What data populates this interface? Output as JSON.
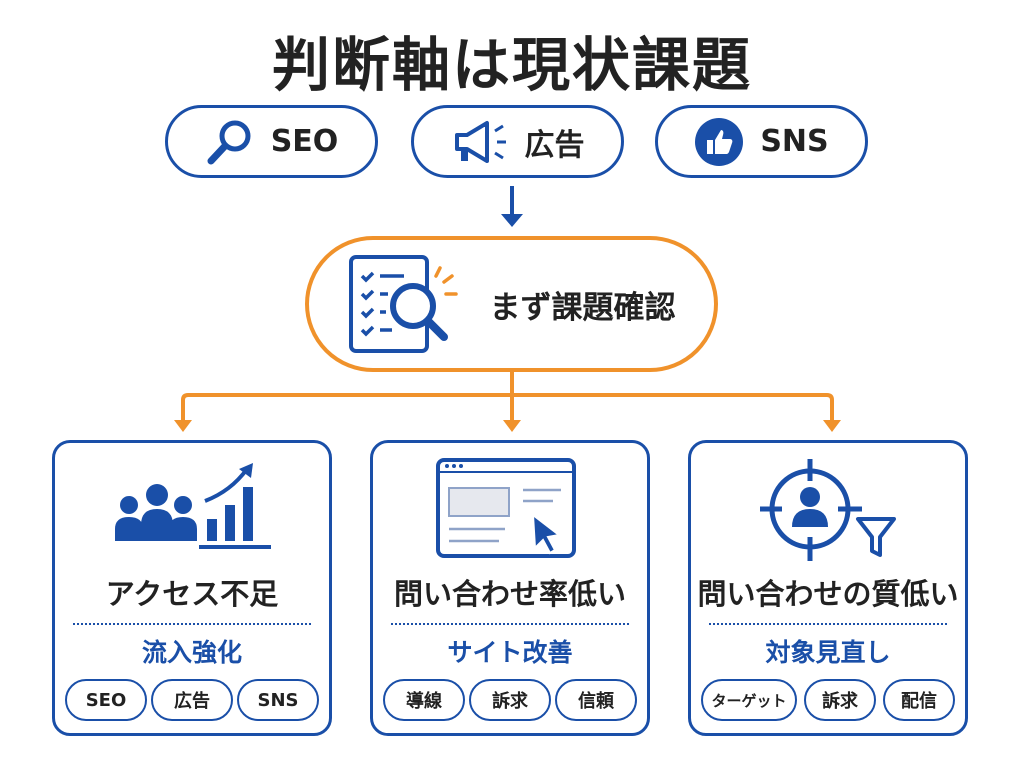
{
  "title": "判断軸は現状課題",
  "channels": [
    {
      "label": "SEO",
      "icon": "search-icon"
    },
    {
      "label": "広告",
      "icon": "megaphone-icon"
    },
    {
      "label": "SNS",
      "icon": "thumbs-up-icon"
    }
  ],
  "check": {
    "label": "まず課題確認",
    "icon": "checklist-search-icon"
  },
  "cards": [
    {
      "title": "アクセス不足",
      "action": "流入強化",
      "tags": [
        "SEO",
        "広告",
        "SNS"
      ],
      "icon": "people-growth-chart-icon"
    },
    {
      "title": "問い合わせ率低い",
      "action": "サイト改善",
      "tags": [
        "導線",
        "訴求",
        "信頼"
      ],
      "icon": "browser-cursor-icon"
    },
    {
      "title": "問い合わせの質低い",
      "action": "対象見直し",
      "tags": [
        "ターゲット",
        "訴求",
        "配信"
      ],
      "icon": "target-person-filter-icon"
    }
  ],
  "colors": {
    "blue": "#1a4fa8",
    "orange": "#f0922b",
    "text": "#222222"
  }
}
